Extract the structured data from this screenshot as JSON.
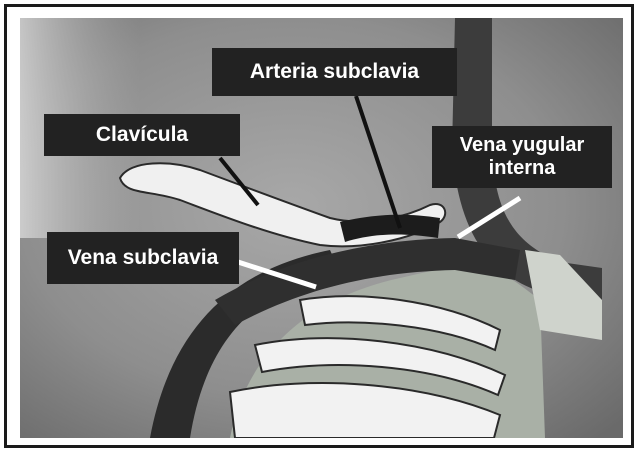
{
  "labels": {
    "arteria_subclavia": "Arteria subclavia",
    "clavicula": "Clavícula",
    "vena_yugular_line1": "Vena yugular",
    "vena_yugular_line2": "interna",
    "vena_subclavia": "Vena subclavia"
  },
  "colors": {
    "frame": "#1a1a1a",
    "label_background": "#222222",
    "label_text": "#ffffff",
    "pointer_dark": "#111111",
    "pointer_light": "#ffffff"
  }
}
